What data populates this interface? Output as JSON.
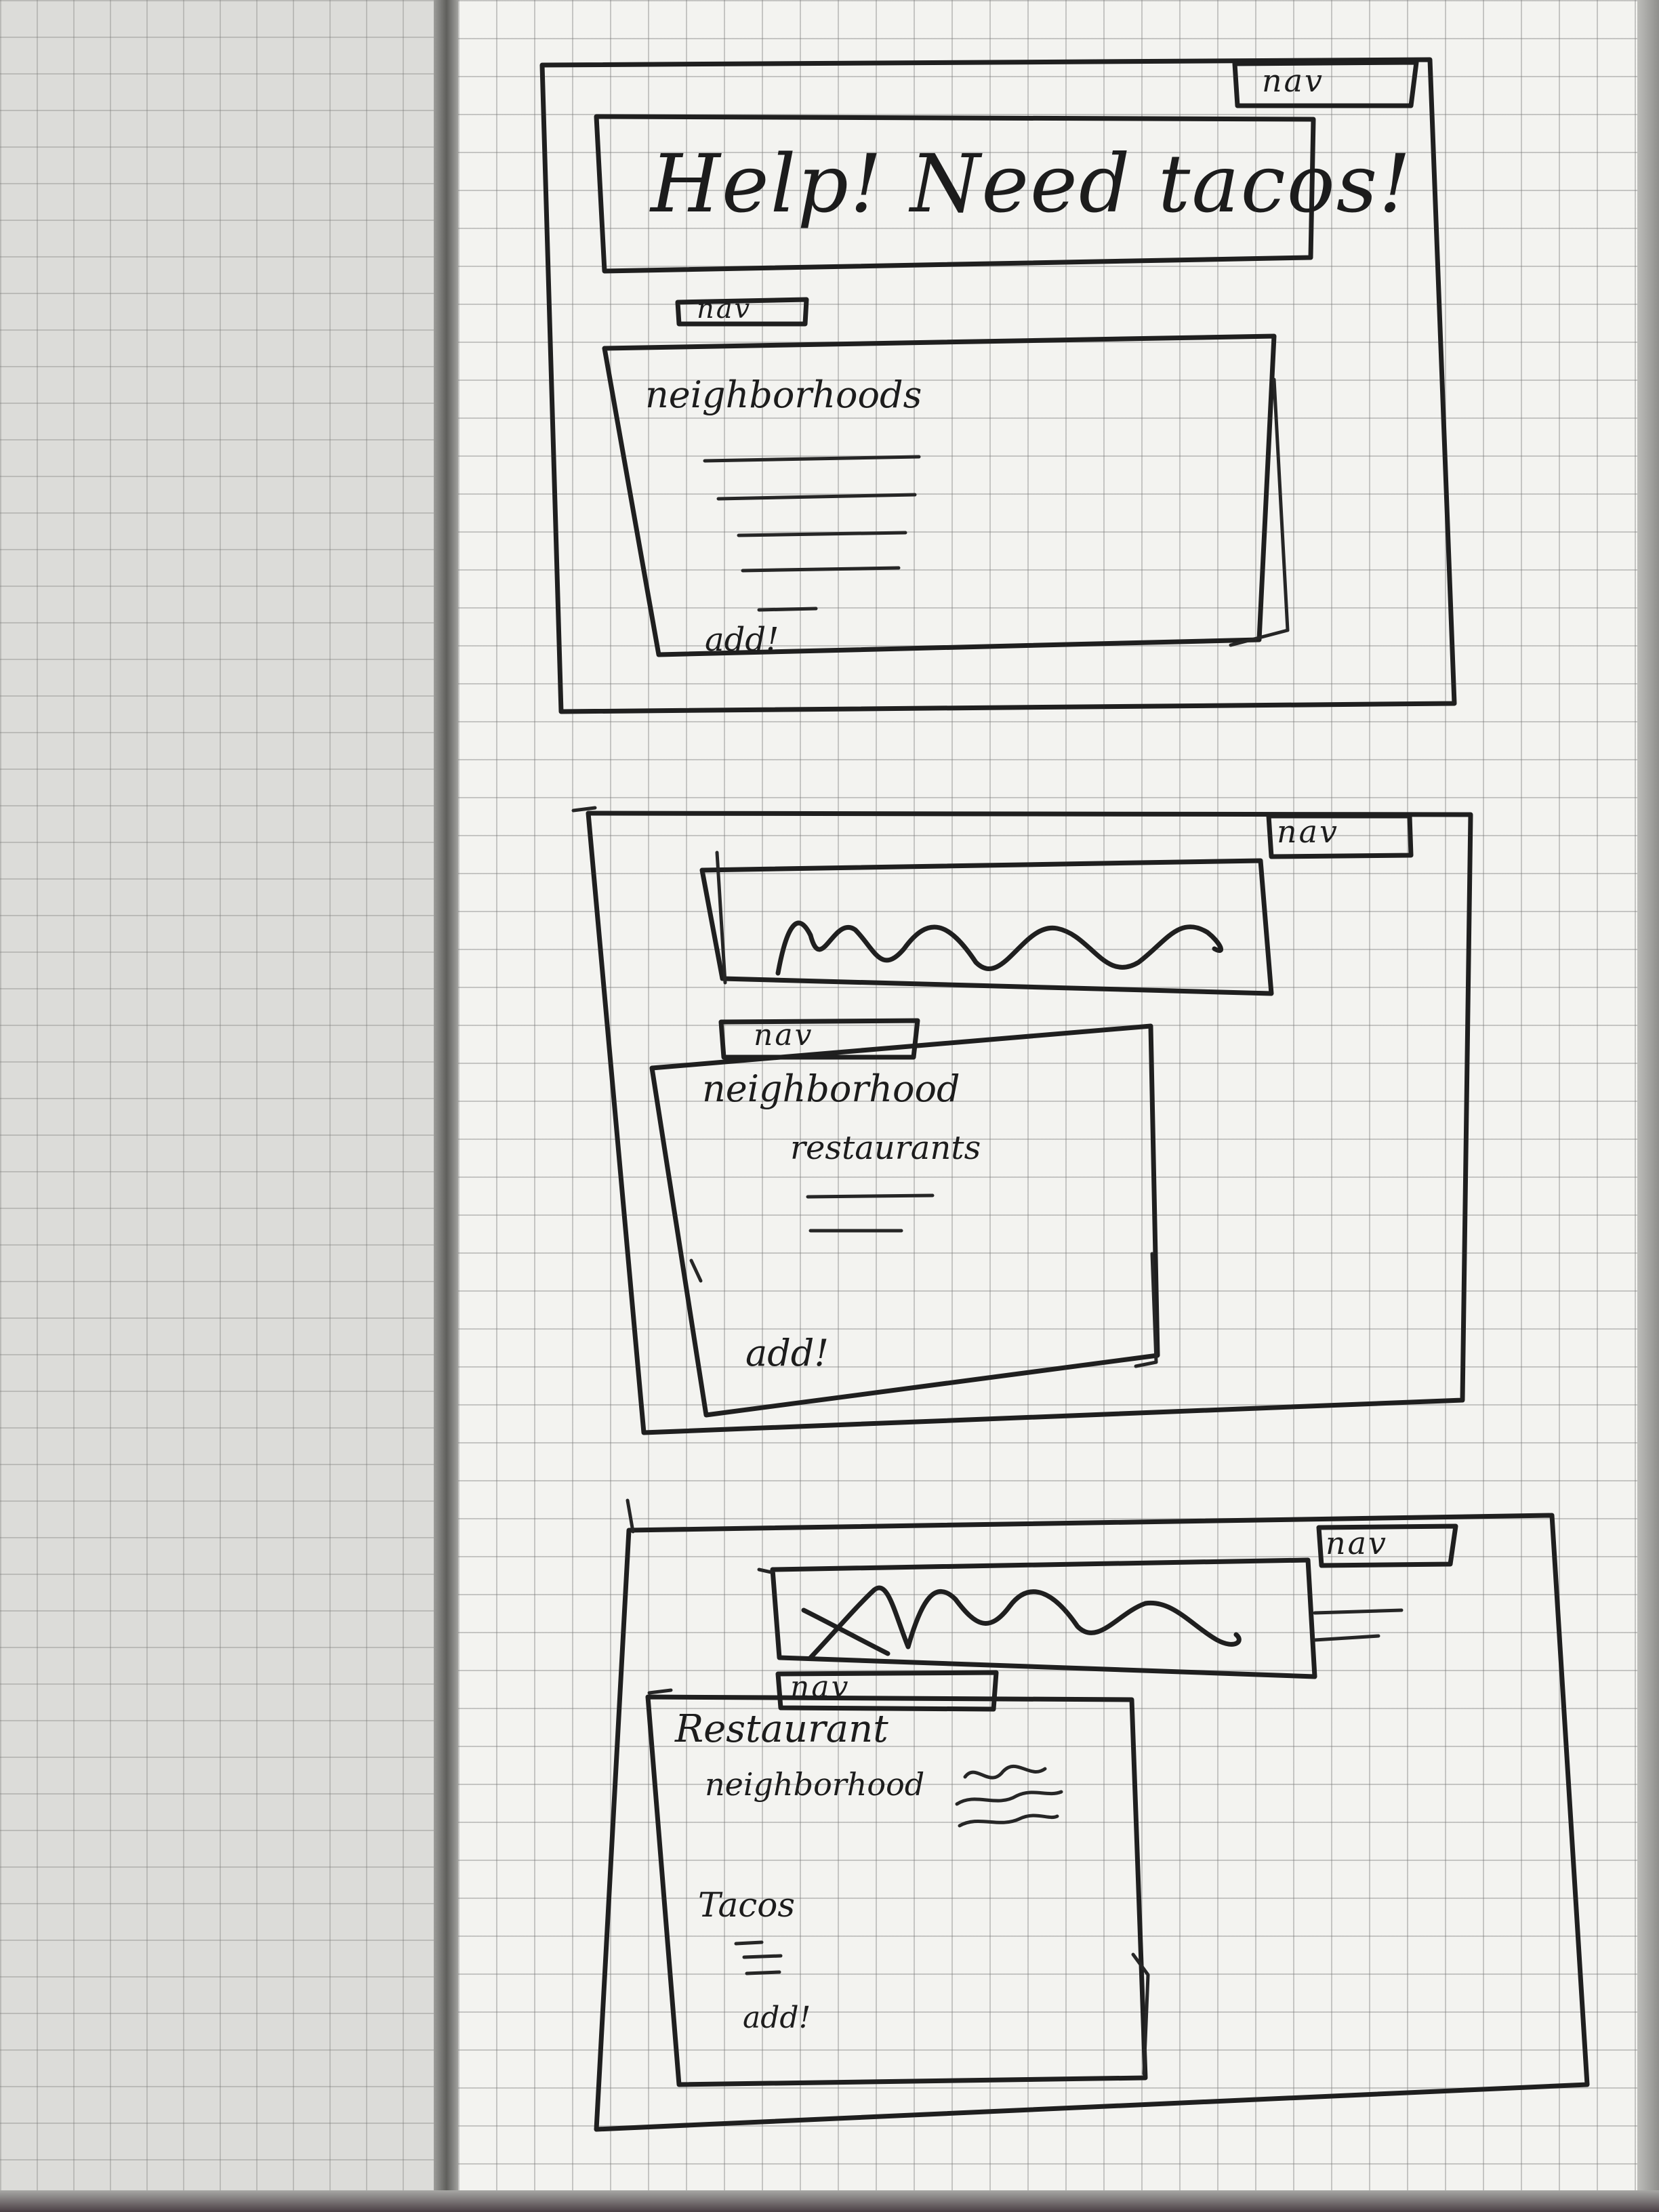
{
  "notebook": {
    "sketches": [
      {
        "id": "sketch-1",
        "top_nav": "nav",
        "heading": "Help! Need tacos!",
        "sub_nav": "nav",
        "panel": {
          "lines": [
            "neighborhoods"
          ],
          "add": "add!"
        }
      },
      {
        "id": "sketch-2",
        "top_nav": "nav",
        "sub_nav": "nav",
        "panel": {
          "lines": [
            "neighborhood",
            "restaurants"
          ],
          "add": "add!"
        }
      },
      {
        "id": "sketch-3",
        "top_nav": "nav",
        "sub_nav": "nav",
        "panel": {
          "lines": [
            "Restaurant",
            "neighborhood",
            "Tacos"
          ],
          "add": "add!"
        }
      }
    ]
  }
}
